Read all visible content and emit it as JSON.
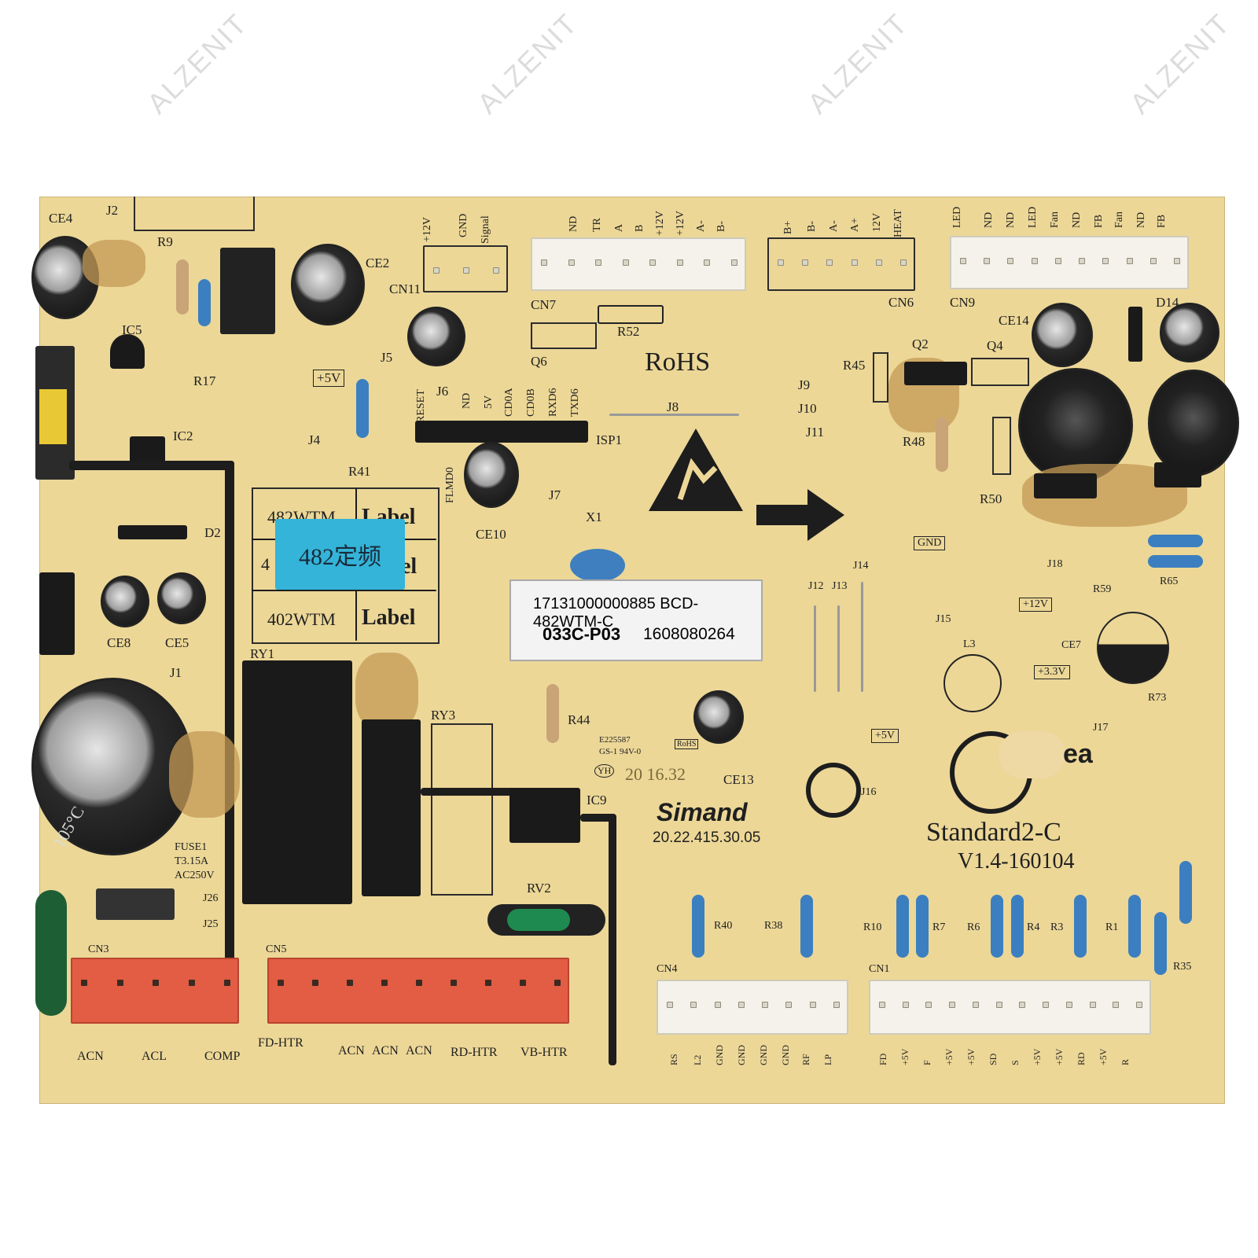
{
  "watermark": "ALZENIT",
  "header": {
    "cn11_pins": [
      "+12V",
      "GND",
      "Signal"
    ],
    "cn7_pins": [
      "ND",
      "TR",
      "A",
      "B",
      "+12V",
      "+12V",
      "A-",
      "B-"
    ],
    "cn6_pins": [
      "B+",
      "B-",
      "A-",
      "A+",
      "12V",
      "HEAT"
    ],
    "cn9_pins": [
      "LED",
      "ND",
      "ND",
      "LED",
      "Fan",
      "ND",
      "FB",
      "Fan",
      "ND",
      "FB"
    ]
  },
  "refs": {
    "ce4": "CE4",
    "j2": "J2",
    "r9": "R9",
    "ce2": "CE2",
    "cn11": "CN11",
    "cn7": "CN7",
    "cn6": "CN6",
    "cn9": "CN9",
    "d14": "D14",
    "ce14": "CE14",
    "ic5": "IC5",
    "r17": "R17",
    "r52": "R52",
    "q6": "Q6",
    "q2": "Q2",
    "q4": "Q4",
    "r45": "R45",
    "j5": "J5",
    "j6": "J6",
    "plus5v_a": "+5V",
    "j4": "J4",
    "r41": "R41",
    "isp1": "ISP1",
    "j8": "J8",
    "j9": "J9",
    "j10": "J10",
    "j11": "J11",
    "r48": "R48",
    "r50": "R50",
    "ic2": "IC2",
    "d2": "D2",
    "j7": "J7",
    "ce10": "CE10",
    "x1": "X1",
    "gnd": "GND",
    "j18": "J18",
    "r59": "R59",
    "r65": "R65",
    "j12": "J12",
    "j13": "J13",
    "j14": "J14",
    "j15": "J15",
    "plus12v": "+12V",
    "l3": "L3",
    "ce7": "CE7",
    "plus33v": "+3.3V",
    "r73": "R73",
    "j17": "J17",
    "ce8": "CE8",
    "ce5": "CE5",
    "j1": "J1",
    "ry1": "RY1",
    "ry3": "RY3",
    "r44": "R44",
    "ce13": "CE13",
    "plus5v_b": "+5V",
    "j16": "J16",
    "ic9": "IC9",
    "fuse": "FUSE1",
    "fuse_rating": "T3.15A",
    "fuse_voltage": "AC250V",
    "j26": "J26",
    "j25": "J25",
    "rv2": "RV2",
    "r40": "R40",
    "r38": "R38",
    "r10": "R10",
    "r7": "R7",
    "r6": "R6",
    "r4": "R4",
    "r3": "R3",
    "r1": "R1",
    "r35": "R35",
    "cn3": "CN3",
    "cn5": "CN5",
    "cn4": "CN4",
    "cn1": "CN1"
  },
  "isp_pins": [
    "RESET",
    "ND",
    "5V",
    "CD0A",
    "CD0B",
    "RXD6",
    "TXD6",
    "FLMD0"
  ],
  "rohs": "RoHS",
  "model_table": {
    "row1_a": "482WTM",
    "row1_b": "Label",
    "row2_a": "4",
    "row2_b": "el",
    "row3_a": "402WTM",
    "row3_b": "Label"
  },
  "sticker_blue": "482定频",
  "white_label": {
    "line1": "17131000000885 BCD-482WTM-C",
    "line2a": "033C-P03",
    "line2b": "1608080264"
  },
  "ul_mark": {
    "e_number": "E225587",
    "rating": "GS-1  94V-0",
    "yh": "YH",
    "date": "20 16.32",
    "rohs": "RoHS"
  },
  "maker": {
    "brand": "Simand",
    "part": "20.22.415.30.05"
  },
  "standard": {
    "line1": "Standard2-C",
    "line2": "V1.4-160104",
    "logo_fragment": "ea"
  },
  "cap_marking": "105°C",
  "bottom": {
    "cn3_labels": [
      "ACN",
      "ACL",
      "COMP"
    ],
    "cn5_labels": [
      "FD-HTR",
      "ACN",
      "ACN",
      "ACN",
      "RD-HTR",
      "VB-HTR"
    ],
    "cn4_pins": [
      "RS",
      "L2",
      "GND",
      "GND",
      "GND",
      "GND",
      "RF",
      "LP"
    ],
    "cn1_pins": [
      "FD",
      "+5V",
      "F",
      "+5V",
      "+5V",
      "SD",
      "S",
      "+5V",
      "+5V",
      "RD",
      "+5V",
      "R"
    ]
  },
  "colors": {
    "board": "#ecd797",
    "connector_red": "#e25d43",
    "connector_white": "#f4f2ea",
    "sticker_blue": "#33b4d8",
    "resistor_blue": "#3b7fc0"
  }
}
